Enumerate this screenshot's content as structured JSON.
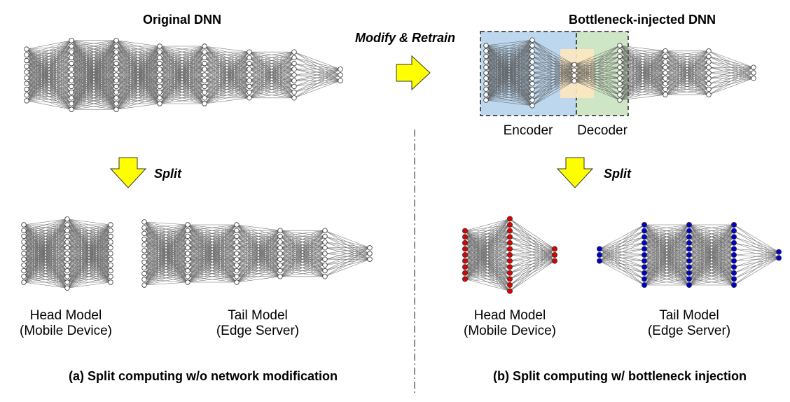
{
  "panel_a": {
    "title": "Original DNN",
    "split_label": "Split",
    "head_label_1": "Head Model",
    "head_label_2": "(Mobile Device)",
    "tail_label_1": "Tail Model",
    "tail_label_2": "(Edge Server)",
    "caption": "(a) Split computing w/o network modification"
  },
  "transition": {
    "label": "Modify & Retrain"
  },
  "panel_b": {
    "title": "Bottleneck-injected DNN",
    "encoder_label": "Encoder",
    "decoder_label": "Decoder",
    "split_label": "Split",
    "head_label_1": "Head Model",
    "head_label_2": "(Mobile Device)",
    "tail_label_1": "Tail Model",
    "tail_label_2": "(Edge Server)",
    "caption": "(b) Split computing w/ bottleneck injection"
  },
  "colors": {
    "arrow_fill": "#ffff00",
    "arrow_stroke": "#333333",
    "encoder_box": "#bdd7ee",
    "bottleneck_box": "#fde7bf",
    "decoder_box": "#cfe6c6",
    "head_node": "#e00000",
    "tail_node": "#0000cc",
    "plain_node": "#ffffff",
    "edge": "#555555"
  }
}
